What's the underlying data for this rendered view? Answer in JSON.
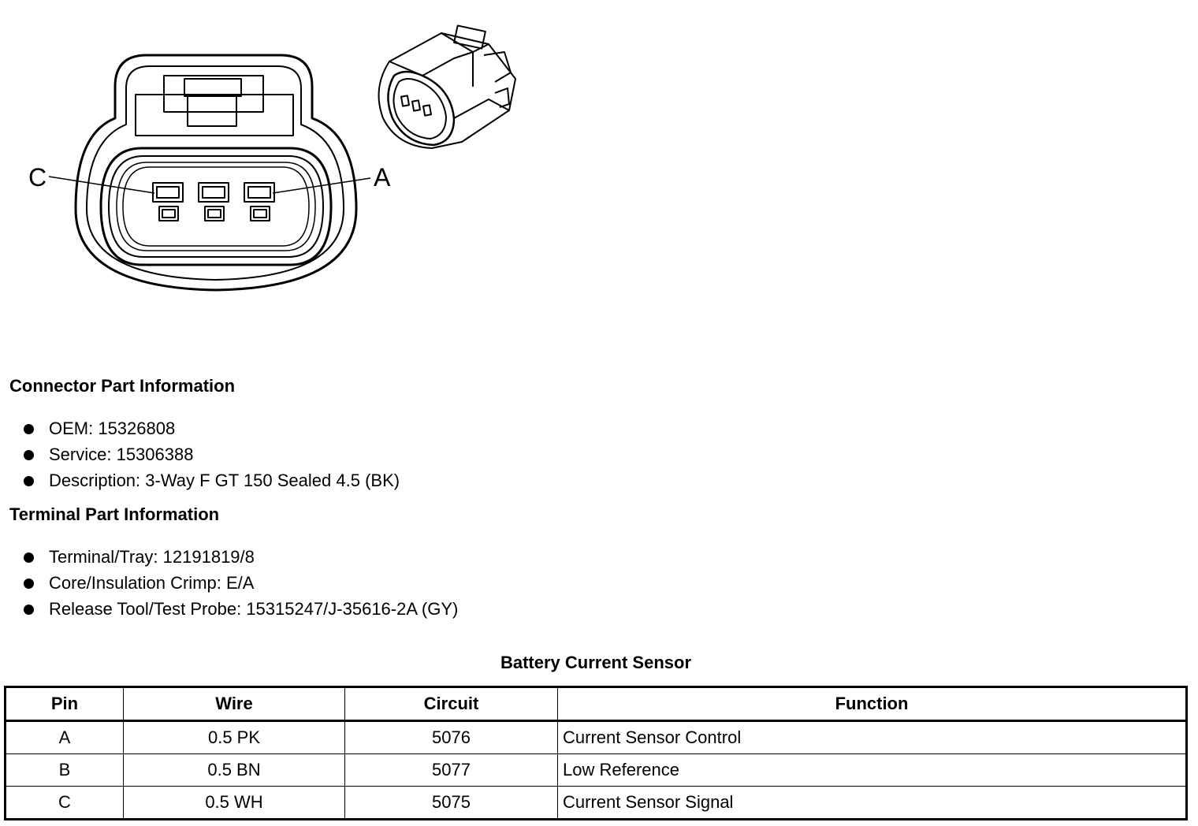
{
  "figure": {
    "pin_label_left": "C",
    "pin_label_right": "A"
  },
  "connector_info": {
    "title": "Connector Part Information",
    "items": [
      "OEM: 15326808",
      "Service: 15306388",
      "Description: 3-Way F GT 150 Sealed 4.5 (BK)"
    ]
  },
  "terminal_info": {
    "title": "Terminal Part Information",
    "items": [
      "Terminal/Tray: 12191819/8",
      "Core/Insulation Crimp: E/A",
      "Release Tool/Test Probe: 15315247/J-35616-2A (GY)"
    ]
  },
  "table": {
    "title": "Battery Current Sensor",
    "headers": [
      "Pin",
      "Wire",
      "Circuit",
      "Function"
    ],
    "rows": [
      [
        "A",
        "0.5 PK",
        "5076",
        "Current Sensor Control"
      ],
      [
        "B",
        "0.5 BN",
        "5077",
        "Low Reference"
      ],
      [
        "C",
        "0.5 WH",
        "5075",
        "Current Sensor Signal"
      ]
    ]
  }
}
